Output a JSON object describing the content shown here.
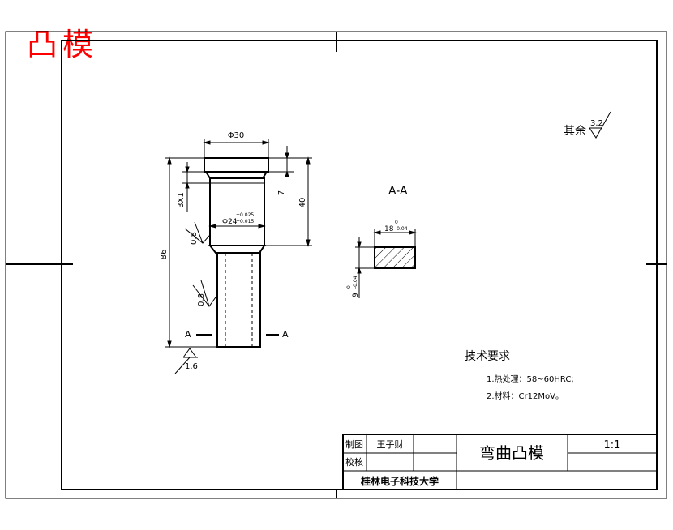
{
  "stamp": "凸模",
  "roughness": {
    "remaining_label": "其余",
    "remaining_value": "3.2",
    "shoulder_value": "0.8",
    "shank_value": "0.8",
    "bottom_value": "1.6"
  },
  "dimensions": {
    "head_diameter": "Φ30",
    "flange_height": "7",
    "shoulder_length": "40",
    "chamfer": "3X1",
    "total_length": "86",
    "fit_diameter": "Φ24",
    "fit_upper_tol": "+0.025",
    "fit_lower_tol": "+0.015",
    "section_width": "18",
    "section_width_upper": "0",
    "section_width_lower": "-0.04",
    "section_height": "9",
    "section_height_upper": "0",
    "section_height_lower": "-0.04"
  },
  "section": {
    "title": "A-A",
    "marker_left": "A",
    "marker_right": "A"
  },
  "notes": {
    "heading": "技术要求",
    "items": [
      "1.热处理：58~60HRC;",
      "2.材料：Cr12MoV。"
    ]
  },
  "title_block": {
    "drawn_label": "制图",
    "drawn_by": "王子财",
    "checked_label": "校核",
    "part_name": "弯曲凸模",
    "scale": "1:1",
    "school": "桂林电子科技大学"
  },
  "colors": {
    "line": "#000000",
    "stamp": "#ff0000"
  }
}
